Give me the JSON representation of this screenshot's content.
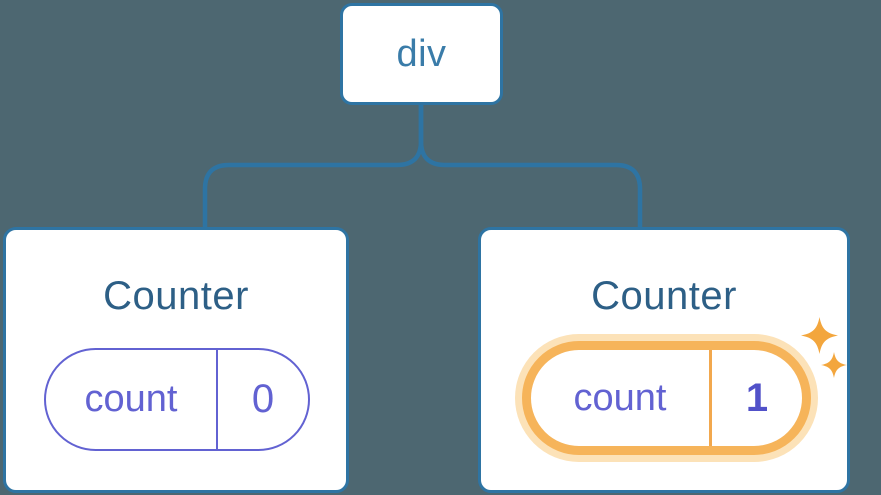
{
  "colors": {
    "background": "#4d6771",
    "card-bg": "#ffffff",
    "line-blue": "#2e74a3",
    "node-text-blue": "#3a7ca9",
    "title-blue": "#2d5f86",
    "state-purple": "#6262d2",
    "value-purple": "#5151c9",
    "highlight-orange": "#f6b45a",
    "highlight-glow": "#fce2b8",
    "highlight-divider": "#f2a84e",
    "sparkle-orange": "#f3a63d"
  },
  "tree": {
    "root": {
      "label": "div"
    },
    "children": [
      {
        "title": "Counter",
        "state_key": "count",
        "state_value": "0",
        "highlighted": false
      },
      {
        "title": "Counter",
        "state_key": "count",
        "state_value": "1",
        "highlighted": true
      }
    ]
  },
  "icons": {
    "sparkle_large": "sparkle-icon",
    "sparkle_small": "sparkle-icon"
  }
}
